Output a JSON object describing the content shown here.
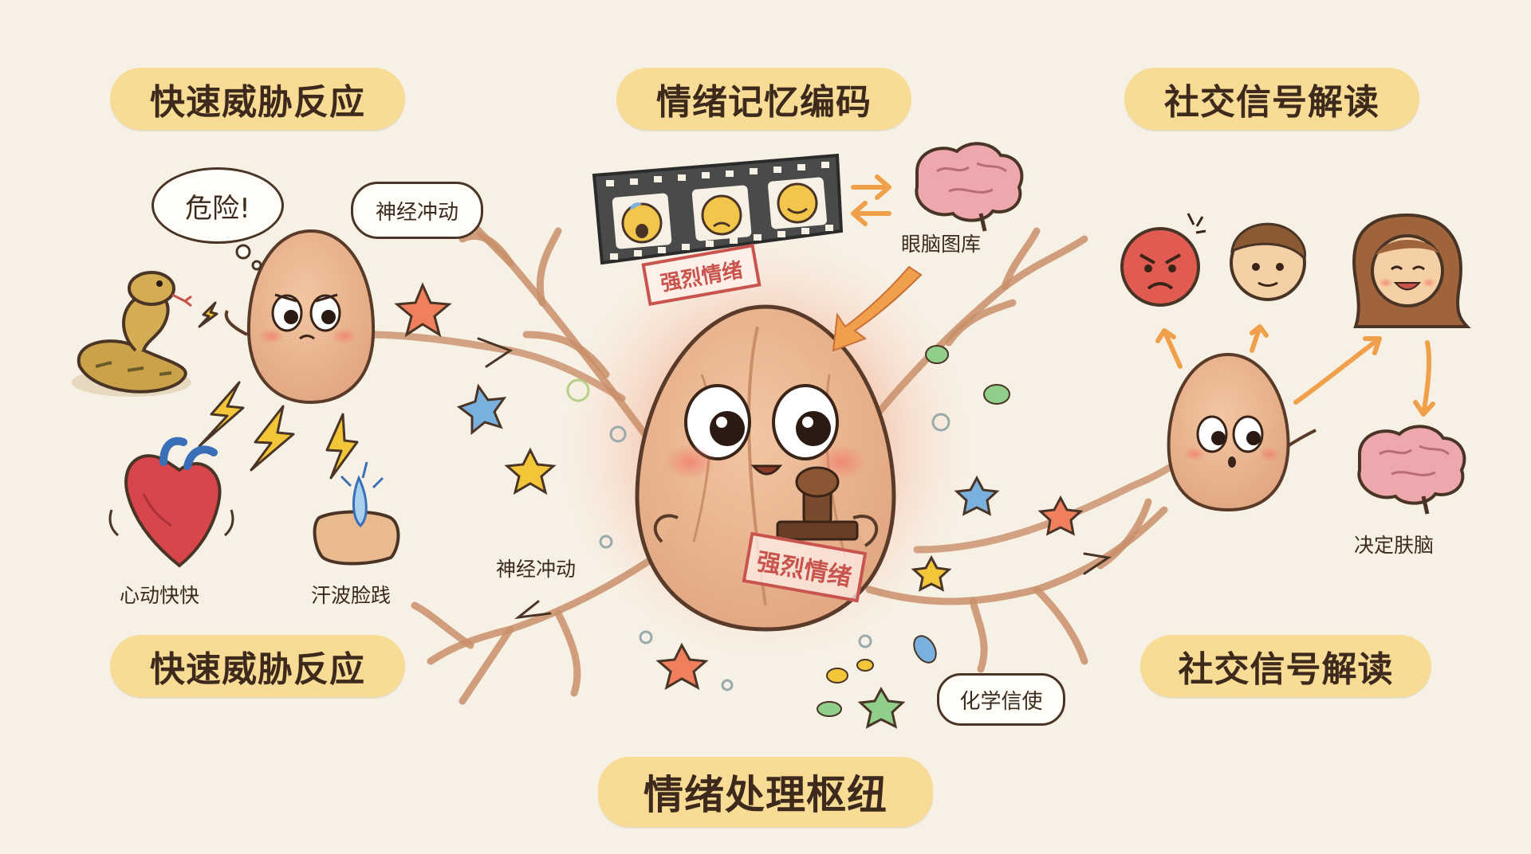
{
  "headers": {
    "top_left": "快速威胁反应",
    "top_center": "情绪记忆编码",
    "top_right": "社交信号解读",
    "bottom_left": "快速威胁反应",
    "bottom_right": "社交信号解读",
    "bottom_center": "情绪处理枢纽"
  },
  "bubbles": {
    "danger": "危险!",
    "nerve_impulse_top": "神经冲动",
    "chemical_messenger": "化学信使"
  },
  "labels": {
    "heart": "心动快快",
    "sweat": "汗波脸践",
    "brain_library": "眼脑图库",
    "nerve_impulse_mid": "神经冲动",
    "decision_brain": "决定肤脑"
  },
  "stamps": {
    "film_stamp": "强烈情绪",
    "center_stamp": "强烈情绪"
  },
  "colors": {
    "background": "#f7f1e5",
    "pill": "#f8dc95",
    "almond": "#e8b48e",
    "almond_outline": "#5a3a28",
    "glow": "#f28b7b",
    "stamp_red": "#c9544d",
    "arrow_orange": "#f0a04b",
    "brain_pink": "#eea7ad"
  },
  "icons": [
    "snake-icon",
    "heart-icon",
    "sweat-drop-icon",
    "lightning-icon",
    "film-strip-icon",
    "brain-icon",
    "angry-face-icon",
    "neutral-face-icon",
    "smiling-woman-icon",
    "star-icon",
    "neuron-branch-icon",
    "almond-character-icon"
  ]
}
